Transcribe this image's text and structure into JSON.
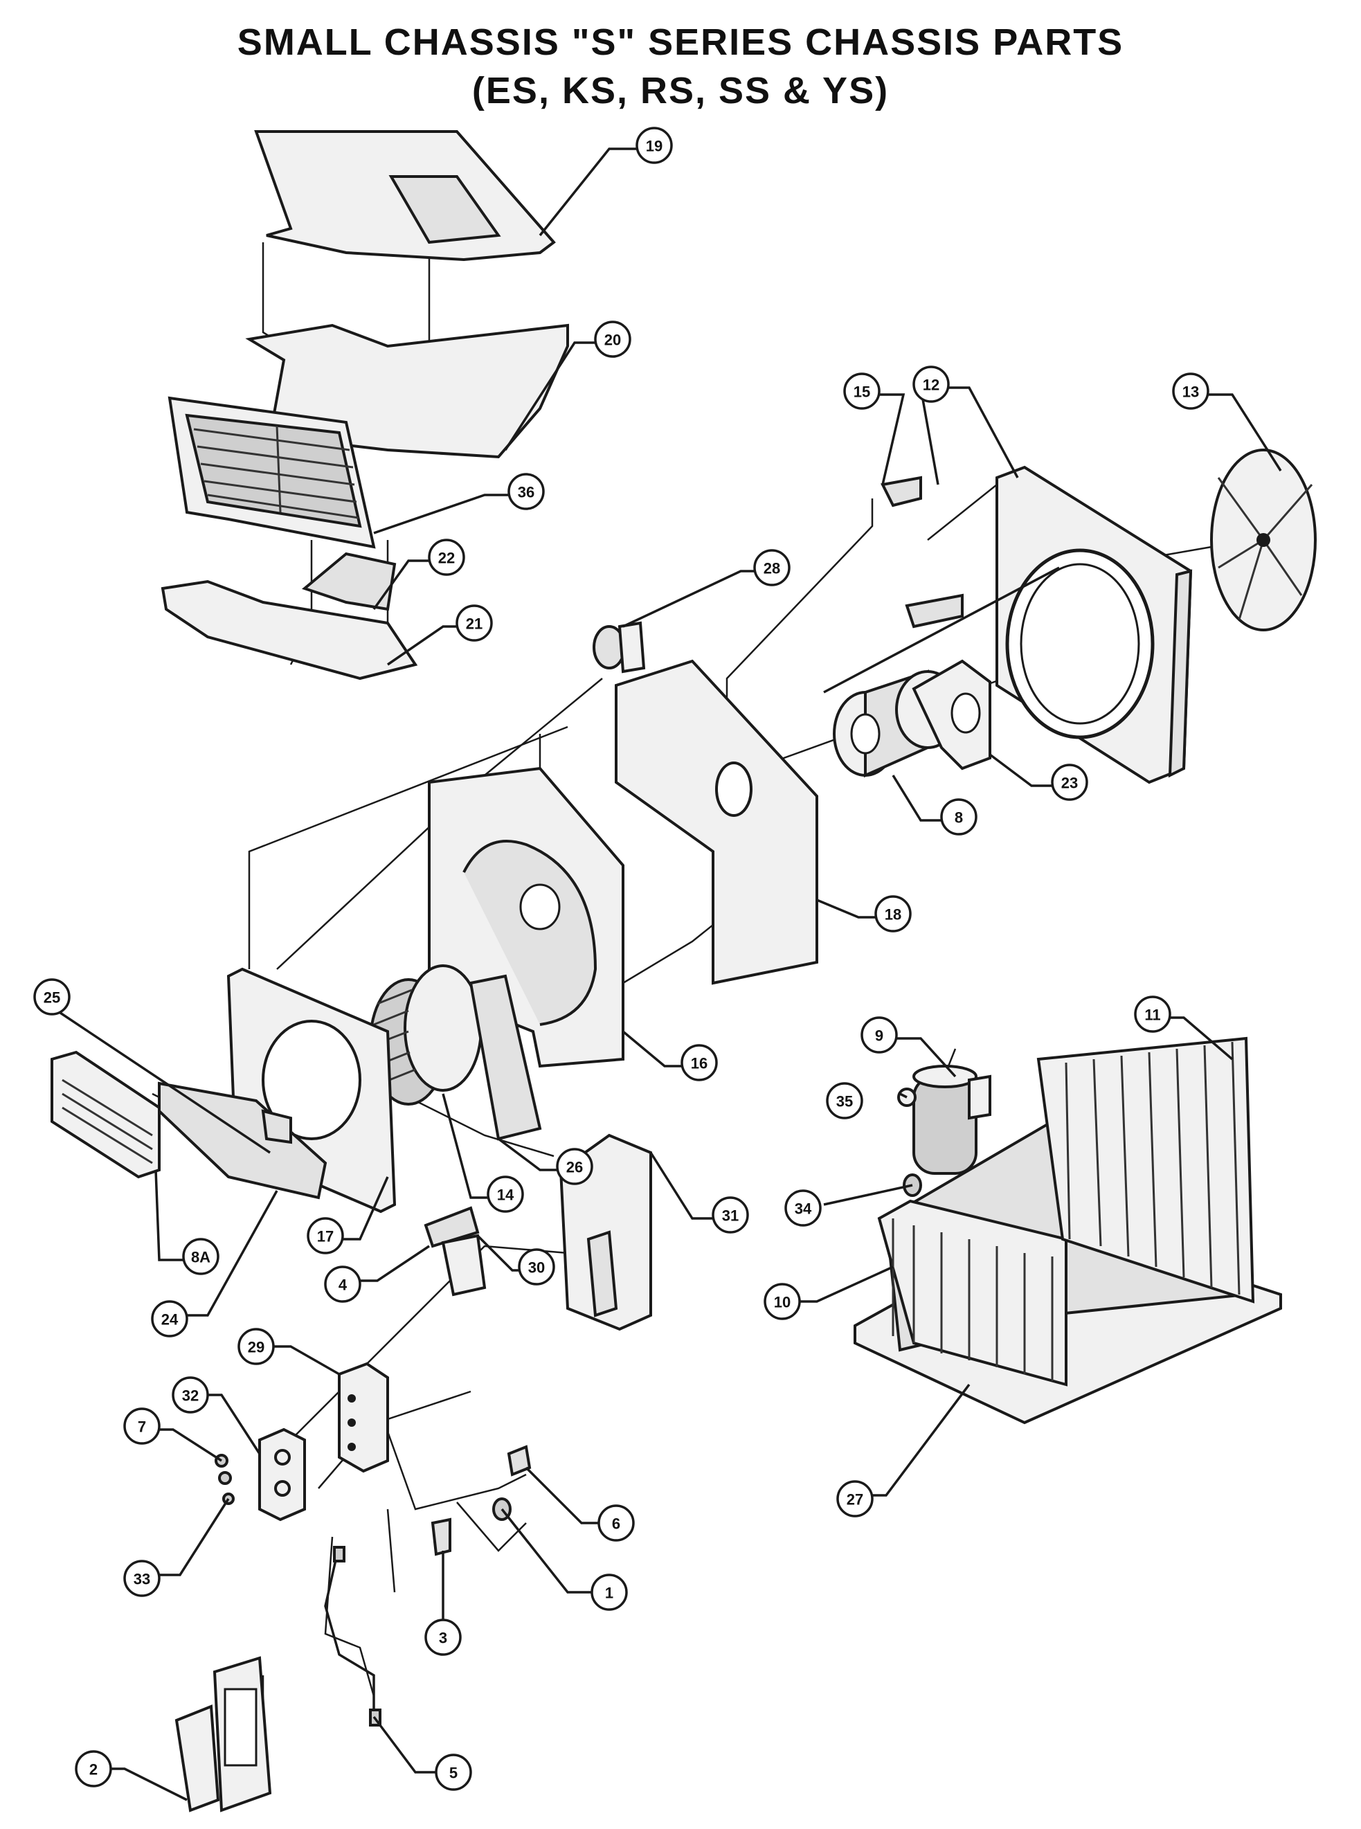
{
  "title": {
    "line1": "SMALL CHASSIS \"S\" SERIES CHASSIS PARTS",
    "line2": "(ES, KS, RS, SS & YS)"
  },
  "callouts": {
    "c19": "19",
    "c20": "20",
    "c36": "36",
    "c22": "22",
    "c21": "21",
    "c15": "15",
    "c12": "12",
    "c13": "13",
    "c28": "28",
    "c8": "8",
    "c23": "23",
    "c18": "18",
    "c16": "16",
    "c25": "25",
    "c14": "14",
    "c26": "26",
    "c17": "17",
    "c8a": "8A",
    "c24": "24",
    "c9": "9",
    "c11": "11",
    "c35": "35",
    "c34": "34",
    "c10": "10",
    "c27": "27",
    "c31": "31",
    "c30": "30",
    "c4": "4",
    "c29": "29",
    "c32": "32",
    "c7": "7",
    "c6": "6",
    "c33": "33",
    "c1": "1",
    "c3": "3",
    "c2": "2",
    "c5": "5"
  }
}
